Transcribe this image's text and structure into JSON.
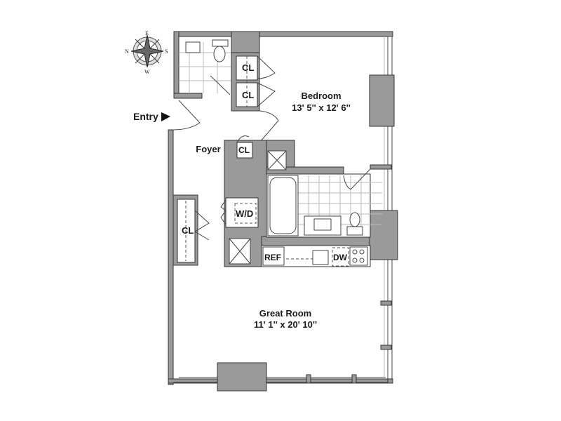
{
  "compass": {
    "north": "N",
    "east": "E",
    "south": "S",
    "west": "W"
  },
  "entry": {
    "label": "Entry",
    "icon": "arrow-right-icon"
  },
  "rooms": {
    "bedroom": {
      "name": "Bedroom",
      "dimensions": "13' 5'' x 12' 6''"
    },
    "great_room": {
      "name": "Great Room",
      "dimensions": "11' 1'' x 20' 10''"
    },
    "foyer": {
      "name": "Foyer"
    }
  },
  "closets": [
    "CL",
    "CL",
    "CL",
    "CL"
  ],
  "appliances": {
    "washer_dryer": "W/D",
    "refrigerator": "REF",
    "dishwasher": "DW"
  },
  "colors": {
    "wall": "#9a9a9a",
    "line": "#333333"
  }
}
